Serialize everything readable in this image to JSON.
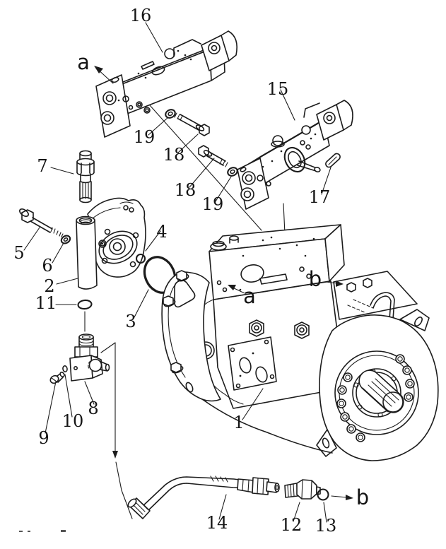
{
  "figure": {
    "kind": "exploded-parts-diagram",
    "line_color": "#1c1c1c",
    "background_color": "#ffffff"
  },
  "callouts": {
    "c1": "1",
    "c2": "2",
    "c3": "3",
    "c4": "4",
    "c5": "5",
    "c6": "6",
    "c7": "7",
    "c8": "8",
    "c9": "9",
    "c10": "10",
    "c11": "11",
    "c12": "12",
    "c13": "13",
    "c14": "14",
    "c15": "15",
    "c16": "16",
    "c17": "17",
    "c18_upper": "18",
    "c18_lower": "18",
    "c19_upper": "19",
    "c19_lower": "19"
  },
  "view_labels": {
    "a_pointer": "a",
    "a_marking": "a",
    "b_marking": "b",
    "b_pointer": "b"
  }
}
